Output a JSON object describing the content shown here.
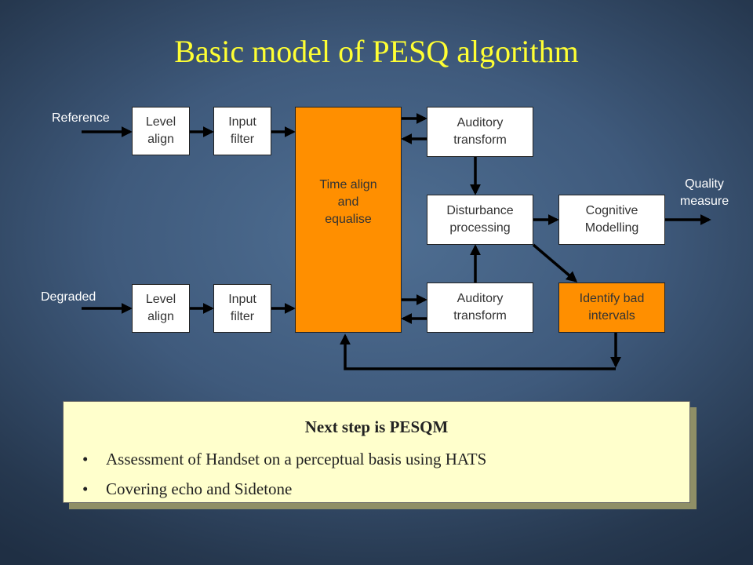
{
  "title": "Basic model of PESQ algorithm",
  "labels": {
    "reference": "Reference",
    "degraded": "Degraded",
    "quality": "Quality\nmeasure"
  },
  "boxes": {
    "level_align_top": "Level\nalign",
    "input_filter_top": "Input\nfilter",
    "time_align": "Time align\nand\nequalise",
    "auditory_top": "Auditory\ntransform",
    "disturbance": "Disturbance\nprocessing",
    "cognitive": "Cognitive\nModelling",
    "level_align_bottom": "Level\nalign",
    "input_filter_bottom": "Input\nfilter",
    "auditory_bottom": "Auditory\ntransform",
    "identify_bad": "Identify bad\nintervals"
  },
  "colors": {
    "title": "#ffff33",
    "orange_box": "#ff8f00",
    "white_box": "#ffffff",
    "note_bg": "#ffffcc"
  },
  "note": {
    "heading": "Next step is PESQM",
    "bullets": [
      "Assessment of Handset on a perceptual basis using HATS",
      "Covering echo and Sidetone"
    ]
  }
}
